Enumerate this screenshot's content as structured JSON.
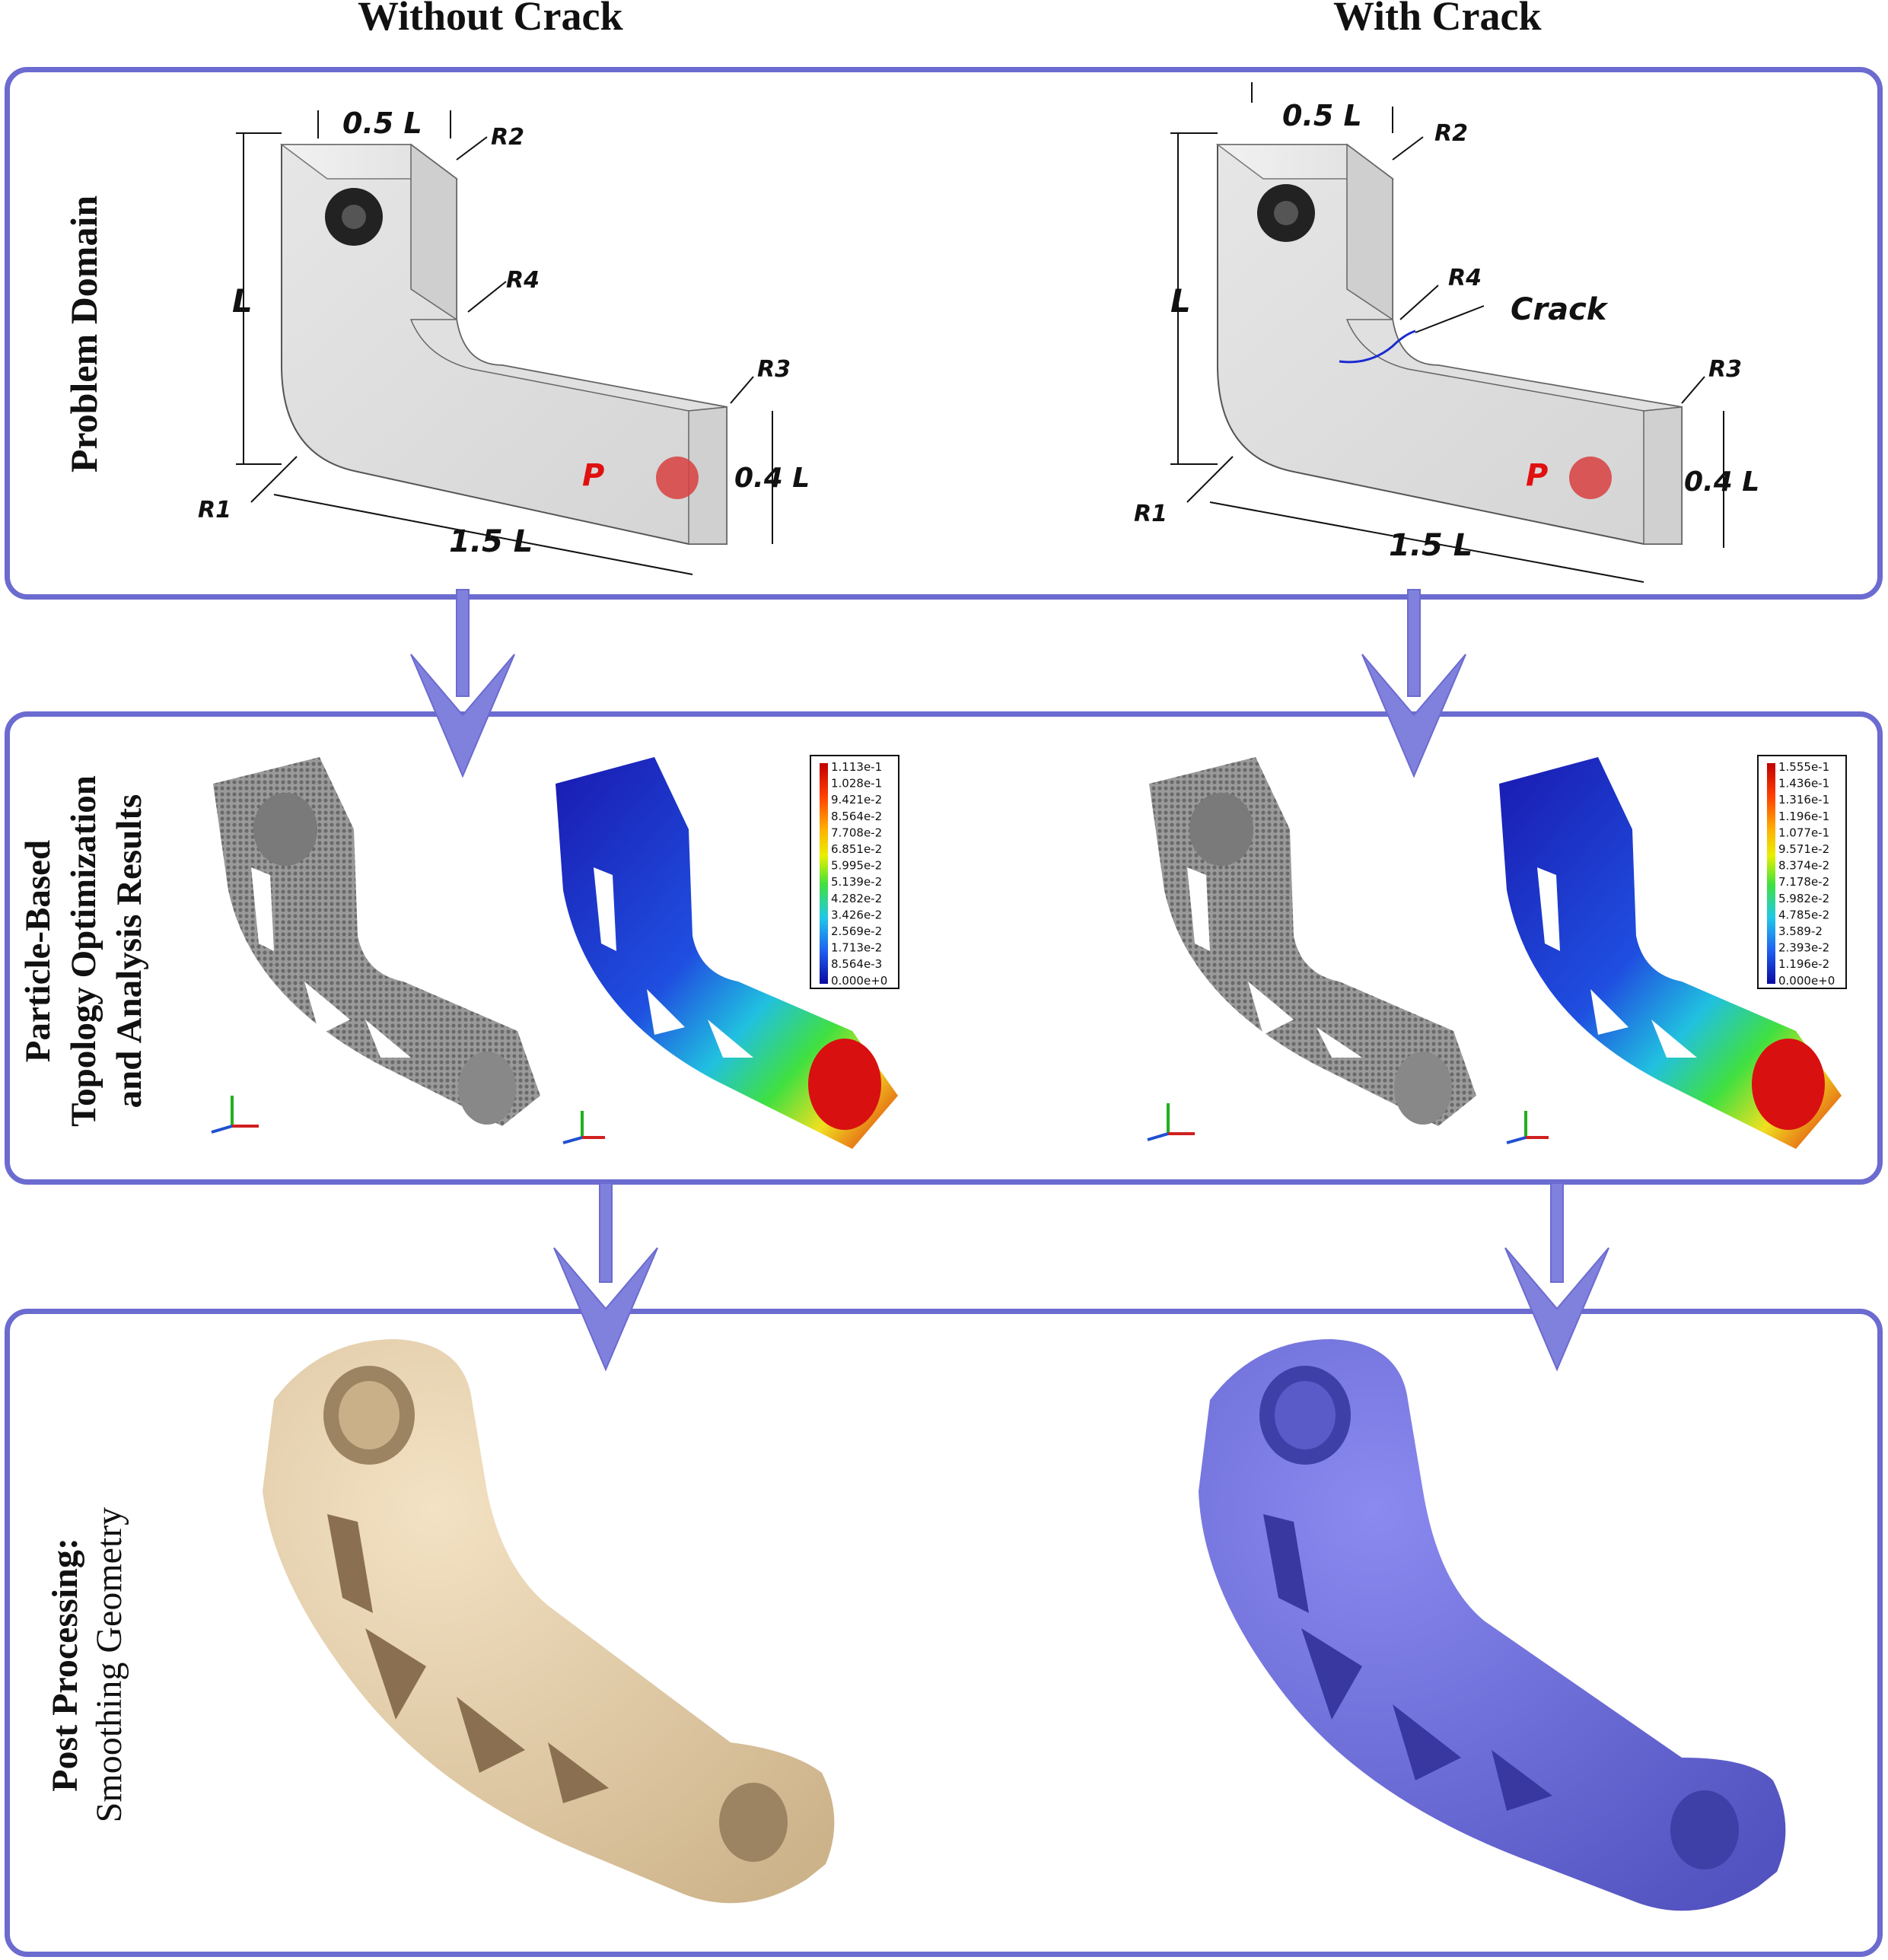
{
  "columns": {
    "left_title": "Without Crack",
    "right_title": "With Crack"
  },
  "rows": {
    "row1_label": "Problem Domain",
    "row2_label_line1": "Particle-Based",
    "row2_label_line2": "Topology Optimization",
    "row2_label_line3": "and Analysis Results",
    "row3_label_bold": "Post Processing:",
    "row3_label_normal": "Smoothing Geometry"
  },
  "domain_labels": {
    "width_top": "0.5  L",
    "height": "L",
    "length": "1.5 L",
    "thickness": "0.4 L",
    "r1": "R1",
    "r2": "R2",
    "r3": "R3",
    "r4": "R4",
    "load": "P",
    "crack": "Crack"
  },
  "legend_left": [
    "1.113e-1",
    "1.028e-1",
    "9.421e-2",
    "8.564e-2",
    "7.708e-2",
    "6.851e-2",
    "5.995e-2",
    "5.139e-2",
    "4.282e-2",
    "3.426e-2",
    "2.569e-2",
    "1.713e-2",
    "8.564e-3",
    "0.000e+0"
  ],
  "legend_right": [
    "1.555e-1",
    "1.436e-1",
    "1.316e-1",
    "1.196e-1",
    "1.077e-1",
    "9.571e-2",
    "8.374e-2",
    "7.178e-2",
    "5.982e-2",
    "4.785e-2",
    "3.589-2",
    "2.393e-2",
    "1.196e-2",
    "0.000e+0"
  ],
  "colors": {
    "panel_border": "#6b6bd0",
    "arrow": "#8080dd",
    "smoothed_left": "#e8d2ad",
    "smoothed_right": "#6b6bd8",
    "load_label": "#e01010"
  }
}
